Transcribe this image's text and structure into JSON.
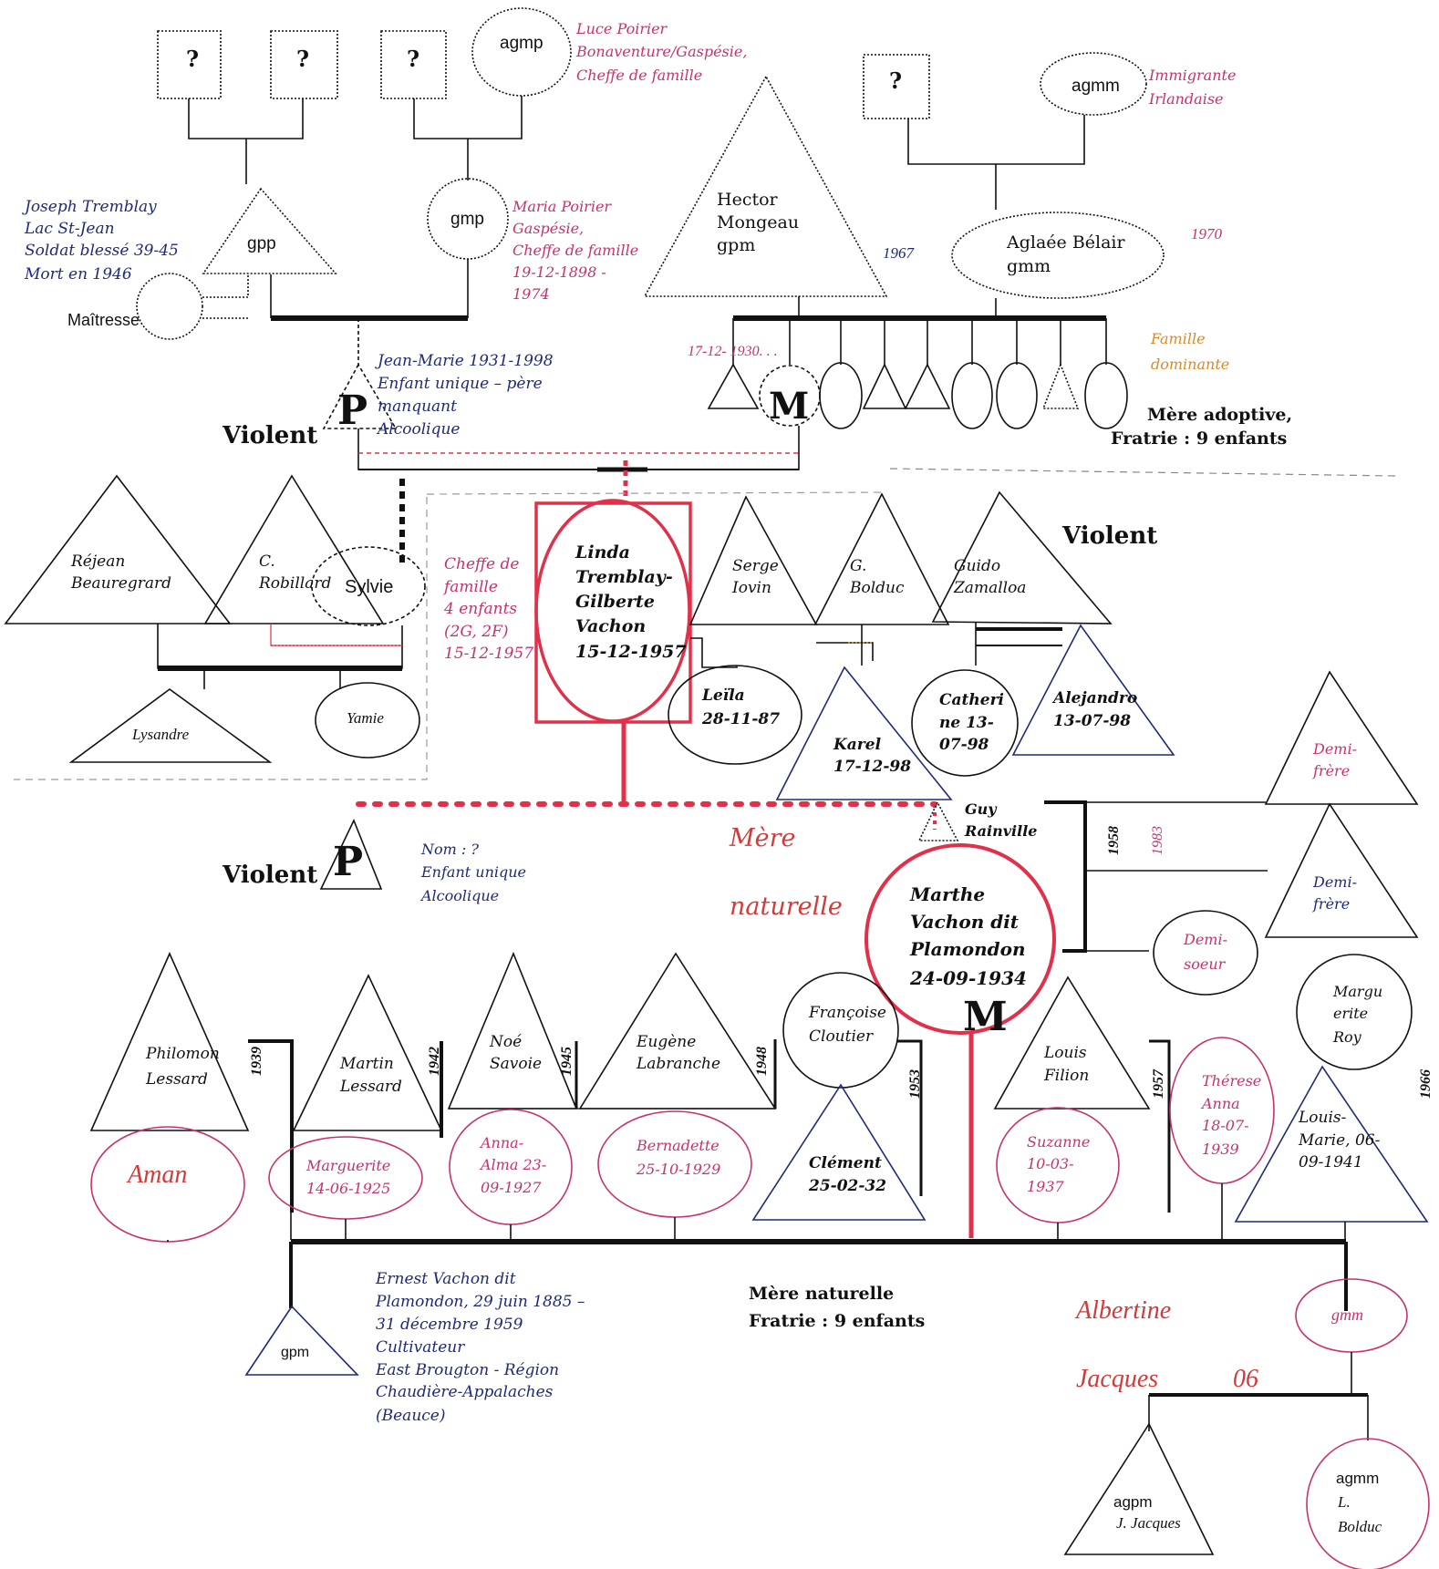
{
  "colors": {
    "navy": "#1f2a78",
    "pink": "#c7326f",
    "red": "#e0304a",
    "orange": "#d98a2a",
    "black": "#111111"
  },
  "unknown": "?",
  "top": {
    "agmp": "agmp",
    "luce": [
      "Luce Poirier",
      "Bonaventure/Gaspésie,",
      "Cheffe de famille"
    ],
    "agmm": "agmm",
    "irish": [
      "Immigrante",
      "Irlandaise"
    ],
    "joseph": [
      "Joseph Tremblay",
      "Lac St-Jean",
      "Soldat blessé 39-45",
      "Mort en 1946"
    ],
    "gpp": "gpp",
    "gmp": "gmp",
    "maria": [
      "Maria Poirier",
      "Gaspésie,",
      "Cheffe de famille",
      "19-12-1898 -",
      "1974"
    ],
    "hector": [
      "Hector",
      "Mongeau",
      "gpm"
    ],
    "hector_year": "1967",
    "aglaee": [
      "Aglaée Bélair",
      "gmm"
    ],
    "aglaee_year": "1970",
    "mistress": "Maîtresse",
    "famille_dom": [
      "Famille",
      "dominante"
    ],
    "jm": [
      "Jean-Marie 1931-1998",
      "Enfant unique – père",
      "manquant",
      "Alcoolique"
    ],
    "violent1": "Violent",
    "birth_note": "17-12- 1930. . .",
    "m_label": "M",
    "p_label": "P",
    "adoptive": [
      "Mère adoptive,",
      "Fratrie :  9 enfants"
    ]
  },
  "middle": {
    "rejean": [
      "Réjean",
      "Beauregrard"
    ],
    "crob": [
      "C.",
      "Robillard"
    ],
    "sylvie": "Sylvie",
    "cheffe": [
      "Cheffe de",
      "famille",
      "4 enfants",
      "(2G, 2F)",
      "15-12-1957"
    ],
    "linda": [
      "Linda",
      "Tremblay-",
      "Gilberte",
      "Vachon",
      "15-12-1957"
    ],
    "serge": [
      "Serge",
      "Iovin"
    ],
    "gbolduc": [
      "G.",
      "Bolduc"
    ],
    "guido": [
      "Guido",
      "Zamalloa"
    ],
    "violent2": "Violent",
    "lysandre": "Lysandre",
    "yamie": "Yamie",
    "leila": [
      "Leïla",
      "28-11-87"
    ],
    "karel": [
      "Karel",
      "17-12-98"
    ],
    "catherine": [
      "Catheri",
      "ne 13-",
      "07-98"
    ],
    "alejandro": [
      "Alejandro",
      "13-07-98"
    ],
    "demi_frere_1": [
      "Demi-",
      "frère"
    ],
    "demi_frere_2": [
      "Demi-",
      "frère"
    ],
    "demi_soeur": [
      "Demi-",
      "soeur"
    ],
    "guy": [
      "Guy",
      "Rainville"
    ],
    "y1958": "1958",
    "y1983": "1983",
    "violent3": "Violent",
    "nom": [
      "Nom :  ?",
      "Enfant unique",
      "Alcoolique"
    ],
    "mere_nat": [
      "Mère",
      "naturelle"
    ],
    "marthe": [
      "Marthe",
      "Vachon dit",
      "Plamondon",
      "24-09-1934"
    ]
  },
  "bottom": {
    "philomon": [
      "Philomon",
      "Lessard"
    ],
    "y1939": "1939",
    "martin": [
      "Martin",
      "Lessard"
    ],
    "y1942": "1942",
    "noe": [
      "Noé",
      "Savoie"
    ],
    "y1945": "1945",
    "eugene": [
      "Eugène",
      "Labranche"
    ],
    "y1948": "1948",
    "francoise": [
      "Françoise",
      "Cloutier"
    ],
    "y1953": "1953",
    "louisf": [
      "Louis",
      "Filion"
    ],
    "y1957": "1957",
    "marguerite_roy": [
      "Margu",
      "erite",
      "Roy"
    ],
    "y1966": "1966",
    "aman": "Aman",
    "marguerite": [
      "Marguerite",
      "14-06-1925"
    ],
    "anna": [
      "Anna-",
      "Alma 23-",
      "09-1927"
    ],
    "bernadette": [
      "Bernadette",
      "25-10-1929"
    ],
    "clement": [
      "Clément",
      "25-02-32"
    ],
    "suzanne": [
      "Suzanne",
      "10-03-",
      "1937"
    ],
    "therese": [
      "Thérese",
      "Anna",
      "18-07-",
      "1939"
    ],
    "louism": [
      "Louis-",
      "Marie, 06-",
      "09-1941"
    ],
    "gpm": "gpm",
    "ernest": [
      "Ernest Vachon dit",
      "Plamondon, 29 juin 1885 –",
      "31 décembre 1959",
      "Cultivateur",
      "East Brougton  - Région",
      "Chaudière-Appalaches",
      "(Beauce)"
    ],
    "mere_nat2": [
      "Mère naturelle",
      "Fratrie :  9 enfants"
    ],
    "albertine": "Albertine",
    "jacques": "Jacques",
    "jacques_num": "06",
    "gmm2": "gmm",
    "agpm": [
      "agpm",
      "J. Jacques"
    ],
    "agmm2": [
      "agmm",
      "L.",
      "Bolduc"
    ]
  }
}
